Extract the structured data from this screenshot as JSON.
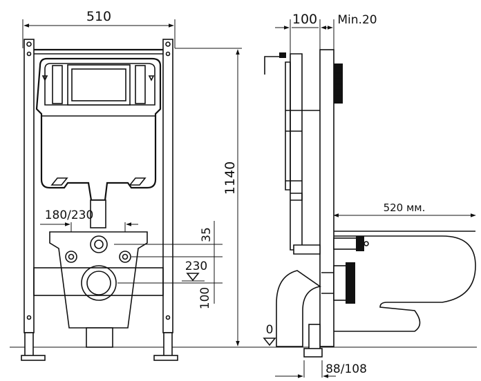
{
  "dimensions": {
    "frame_width": "510",
    "frame_height": "1140",
    "depth": "100",
    "min_gap": "Min.20",
    "flush_spacing": "180/230",
    "inlet_offset": "35",
    "outlet_height": "230",
    "outlet_offset": "100",
    "floor_level": "0",
    "bowl_projection": "520 мм.",
    "leg_depth": "88/108"
  }
}
